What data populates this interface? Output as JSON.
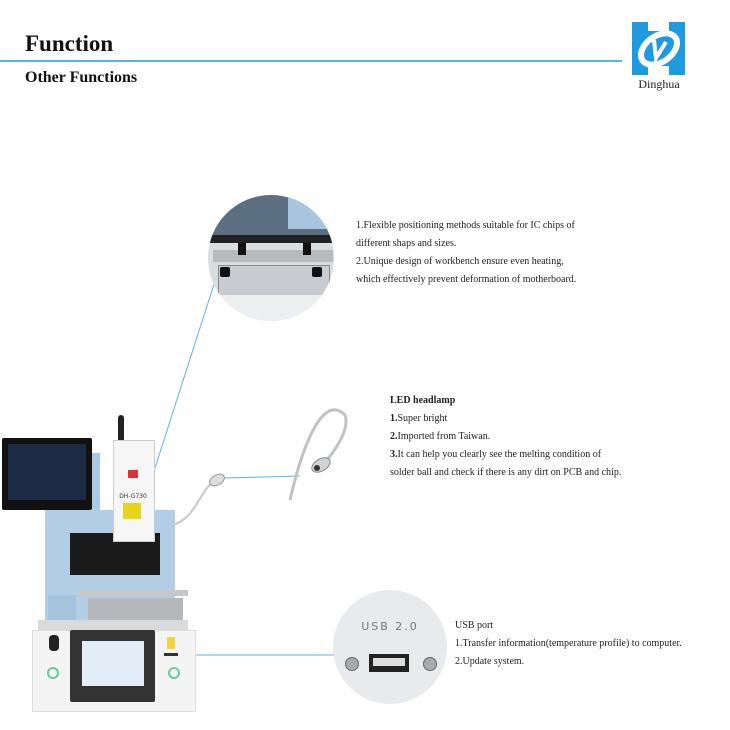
{
  "header": {
    "title": "Function",
    "subtitle": "Other Functions"
  },
  "logo": {
    "brand": "Dinghua",
    "color": "#1e9be0"
  },
  "accent_color": "#5bb3e3",
  "workbench": {
    "lines": [
      "1.Flexible positioning methods suitable for IC chips of",
      "different shaps and sizes.",
      "2.Unique design of workbench ensure even heating,",
      "which effectively prevent deformation of motherboard."
    ]
  },
  "led": {
    "heading": "LED headlamp",
    "items": [
      {
        "num": "1.",
        "text": "Super bright"
      },
      {
        "num": "2.",
        "text": "Imported from Taiwan."
      },
      {
        "num": "3.",
        "text": "It can help you clearly see the melting condition of"
      }
    ],
    "continuation": "solder ball and check if there is any dirt on PCB and chip."
  },
  "usb": {
    "port_label": "USB 2.0",
    "heading": "USB port",
    "lines": [
      "1.Transfer information(temperature profile) to computer.",
      "2.Update system."
    ]
  },
  "machine": {
    "model": "DH-G730"
  }
}
